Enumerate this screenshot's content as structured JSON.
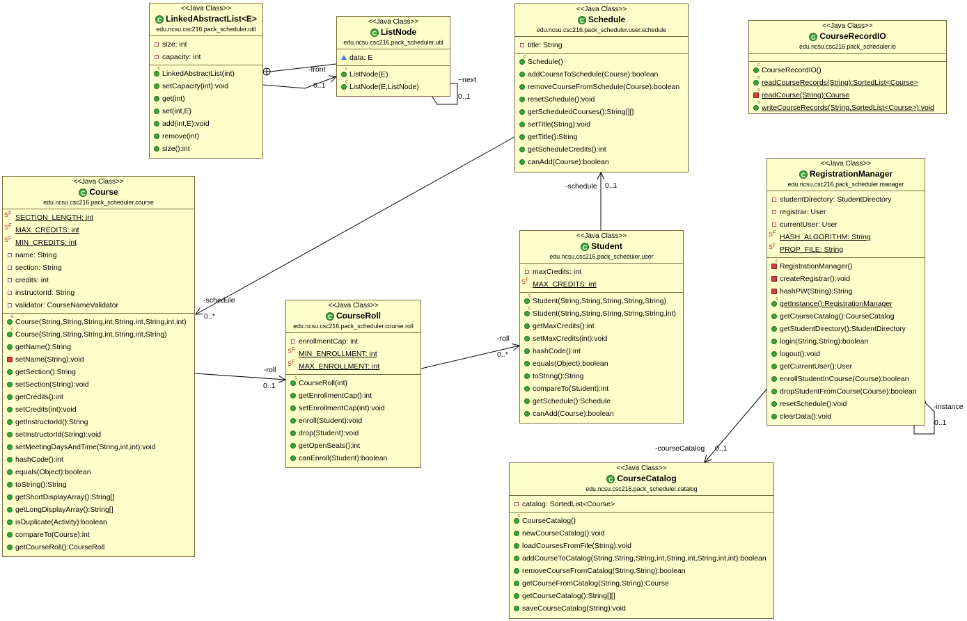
{
  "classes": {
    "linkedList": {
      "stereotype": "<<Java Class>>",
      "name": "LinkedAbstractList<E>",
      "package": "edu.ncsu.csc216.pack_scheduler.util",
      "fields": [
        {
          "text": "size: int",
          "icon": "private-field-icon"
        },
        {
          "text": "capacity: int",
          "icon": "private-field-icon"
        }
      ],
      "methods": [
        {
          "text": "LinkedAbstractList(int)",
          "icon": "constructor-icon"
        },
        {
          "text": "setCapacity(int):void",
          "icon": "public-method-icon"
        },
        {
          "text": "get(int)",
          "icon": "public-method-icon"
        },
        {
          "text": "set(int,E)",
          "icon": "public-method-icon"
        },
        {
          "text": "add(int,E):void",
          "icon": "public-method-icon"
        },
        {
          "text": "remove(int)",
          "icon": "public-method-icon"
        },
        {
          "text": "size():int",
          "icon": "public-method-icon"
        }
      ]
    },
    "listNode": {
      "stereotype": "<<Java Class>>",
      "name": "ListNode",
      "package": "edu.ncsu.csc216.pack_scheduler.util",
      "fields": [
        {
          "text": "data: E",
          "icon": "package-field-icon"
        }
      ],
      "methods": [
        {
          "text": "ListNode(E)",
          "icon": "constructor-icon"
        },
        {
          "text": "ListNode(E,ListNode)",
          "icon": "constructor-icon"
        }
      ]
    },
    "schedule": {
      "stereotype": "<<Java Class>>",
      "name": "Schedule",
      "package": "edu.ncsu.csc216.pack_scheduler.user.schedule",
      "fields": [
        {
          "text": "title: String",
          "icon": "private-field-icon"
        }
      ],
      "methods": [
        {
          "text": "Schedule()",
          "icon": "constructor-icon"
        },
        {
          "text": "addCourseToSchedule(Course):boolean",
          "icon": "public-method-icon"
        },
        {
          "text": "removeCourseFromSchedule(Course):boolean",
          "icon": "public-method-icon"
        },
        {
          "text": "resetSchedule():void",
          "icon": "public-method-icon"
        },
        {
          "text": "getScheduledCourses():String[][]",
          "icon": "public-method-icon"
        },
        {
          "text": "setTitle(String):void",
          "icon": "public-method-icon"
        },
        {
          "text": "getTitle():String",
          "icon": "public-method-icon"
        },
        {
          "text": "getScheduleCredits():int",
          "icon": "public-method-icon"
        },
        {
          "text": "canAdd(Course):boolean",
          "icon": "public-method-icon"
        }
      ]
    },
    "courseRecordIO": {
      "stereotype": "<<Java Class>>",
      "name": "CourseRecordIO",
      "package": "edu.ncsu.csc216.pack_scheduler.io",
      "fields": [],
      "methods": [
        {
          "text": "CourseRecordIO()",
          "icon": "constructor-icon"
        },
        {
          "text": "readCourseRecords(String):SortedList<Course>",
          "icon": "static-method-icon",
          "underline": true
        },
        {
          "text": "readCourse(String):Course",
          "icon": "static-private-method-icon",
          "underline": true
        },
        {
          "text": "writeCourseRecords(String,SortedList<Course>):void",
          "icon": "static-method-icon",
          "underline": true
        }
      ]
    },
    "course": {
      "stereotype": "<<Java Class>>",
      "name": "Course",
      "package": "edu.ncsu.csc216.pack_scheduler.course",
      "fields": [
        {
          "text": "SECTION_LENGTH: int",
          "icon": "static-final-field-icon",
          "underline": true
        },
        {
          "text": "MAX_CREDITS: int",
          "icon": "static-final-field-icon",
          "underline": true
        },
        {
          "text": "MIN_CREDITS: int",
          "icon": "static-final-field-icon",
          "underline": true
        },
        {
          "text": "name: String",
          "icon": "private-field-icon"
        },
        {
          "text": "section: String",
          "icon": "private-field-icon"
        },
        {
          "text": "credits: int",
          "icon": "private-field-icon"
        },
        {
          "text": "instructorId: String",
          "icon": "private-field-icon"
        },
        {
          "text": "validator: CourseNameValidator",
          "icon": "private-field-icon"
        }
      ],
      "methods": [
        {
          "text": "Course(String,String,String,int,String,int,String,int,int)",
          "icon": "constructor-icon"
        },
        {
          "text": "Course(String,String,String,int,String,int,String)",
          "icon": "constructor-icon"
        },
        {
          "text": "getName():String",
          "icon": "public-method-icon"
        },
        {
          "text": "setName(String):void",
          "icon": "private-method-icon"
        },
        {
          "text": "getSection():String",
          "icon": "public-method-icon"
        },
        {
          "text": "setSection(String):void",
          "icon": "public-method-icon"
        },
        {
          "text": "getCredits():int",
          "icon": "public-method-icon"
        },
        {
          "text": "setCredits(int):void",
          "icon": "public-method-icon"
        },
        {
          "text": "getInstructorId():String",
          "icon": "public-method-icon"
        },
        {
          "text": "setInstructorId(String):void",
          "icon": "public-method-icon"
        },
        {
          "text": "setMeetingDaysAndTime(String,int,int):void",
          "icon": "public-method-icon"
        },
        {
          "text": "hashCode():int",
          "icon": "public-method-icon"
        },
        {
          "text": "equals(Object):boolean",
          "icon": "public-method-icon"
        },
        {
          "text": "toString():String",
          "icon": "public-method-icon"
        },
        {
          "text": "getShortDisplayArray():String[]",
          "icon": "public-method-icon"
        },
        {
          "text": "getLongDisplayArray():String[]",
          "icon": "public-method-icon"
        },
        {
          "text": "isDuplicate(Activity):boolean",
          "icon": "public-method-icon"
        },
        {
          "text": "compareTo(Course):int",
          "icon": "public-method-icon"
        },
        {
          "text": "getCourseRoll():CourseRoll",
          "icon": "public-method-icon"
        }
      ]
    },
    "courseRoll": {
      "stereotype": "<<Java Class>>",
      "name": "CourseRoll",
      "package": "edu.ncsu.csc216.pack_scheduler.course.roll",
      "fields": [
        {
          "text": "enrollmentCap: int",
          "icon": "private-field-icon"
        },
        {
          "text": "MIN_ENROLLMENT: int",
          "icon": "static-final-field-icon",
          "underline": true
        },
        {
          "text": "MAX_ENROLLMENT: int",
          "icon": "static-final-field-icon",
          "underline": true
        }
      ],
      "methods": [
        {
          "text": "CourseRoll(int)",
          "icon": "constructor-icon"
        },
        {
          "text": "getEnrollmentCap():int",
          "icon": "public-method-icon"
        },
        {
          "text": "setEnrollmentCap(int):void",
          "icon": "public-method-icon"
        },
        {
          "text": "enroll(Student):void",
          "icon": "public-method-icon"
        },
        {
          "text": "drop(Student):void",
          "icon": "public-method-icon"
        },
        {
          "text": "getOpenSeats():int",
          "icon": "public-method-icon"
        },
        {
          "text": "canEnroll(Student):boolean",
          "icon": "public-method-icon"
        }
      ]
    },
    "student": {
      "stereotype": "<<Java Class>>",
      "name": "Student",
      "package": "edu.ncsu.csc216.pack_scheduler.user",
      "fields": [
        {
          "text": "maxCredits: int",
          "icon": "private-field-icon"
        },
        {
          "text": "MAX_CREDITS: int",
          "icon": "static-final-field-icon",
          "underline": true
        }
      ],
      "methods": [
        {
          "text": "Student(String,String,String,String,String)",
          "icon": "constructor-icon"
        },
        {
          "text": "Student(String,String,String,String,String,int)",
          "icon": "constructor-icon"
        },
        {
          "text": "getMaxCredits():int",
          "icon": "public-method-icon"
        },
        {
          "text": "setMaxCredits(int):void",
          "icon": "public-method-icon"
        },
        {
          "text": "hashCode():int",
          "icon": "public-method-icon"
        },
        {
          "text": "equals(Object):boolean",
          "icon": "public-method-icon"
        },
        {
          "text": "toString():String",
          "icon": "public-method-icon"
        },
        {
          "text": "compareTo(Student):int",
          "icon": "public-method-icon"
        },
        {
          "text": "getSchedule():Schedule",
          "icon": "public-method-icon"
        },
        {
          "text": "canAdd(Course):boolean",
          "icon": "public-method-icon"
        }
      ]
    },
    "registrationManager": {
      "stereotype": "<<Java Class>>",
      "name": "RegistrationManager",
      "package": "edu.ncsu.csc216.pack_scheduler.manager",
      "fields": [
        {
          "text": "studentDirectory: StudentDirectory",
          "icon": "private-field-icon"
        },
        {
          "text": "registrar: User",
          "icon": "private-field-icon"
        },
        {
          "text": "currentUser: User",
          "icon": "private-field-icon"
        },
        {
          "text": "HASH_ALGORITHM: String",
          "icon": "static-final-field-icon",
          "underline": true
        },
        {
          "text": "PROP_FILE: String",
          "icon": "static-final-field-icon",
          "underline": true
        }
      ],
      "methods": [
        {
          "text": "RegistrationManager()",
          "icon": "private-constructor-icon"
        },
        {
          "text": "createRegistrar():void",
          "icon": "private-method-icon"
        },
        {
          "text": "hashPW(String):String",
          "icon": "private-method-icon"
        },
        {
          "text": "getInstance():RegistrationManager",
          "icon": "static-method-icon",
          "underline": true
        },
        {
          "text": "getCourseCatalog():CourseCatalog",
          "icon": "public-method-icon"
        },
        {
          "text": "getStudentDirectory():StudentDirectory",
          "icon": "public-method-icon"
        },
        {
          "text": "login(String,String):boolean",
          "icon": "public-method-icon"
        },
        {
          "text": "logout():void",
          "icon": "public-method-icon"
        },
        {
          "text": "getCurrentUser():User",
          "icon": "public-method-icon"
        },
        {
          "text": "enrollStudentInCourse(Course):boolean",
          "icon": "public-method-icon"
        },
        {
          "text": "dropStudentFromCourse(Course):boolean",
          "icon": "public-method-icon"
        },
        {
          "text": "resetSchedule():void",
          "icon": "public-method-icon"
        },
        {
          "text": "clearData():void",
          "icon": "public-method-icon"
        }
      ]
    },
    "courseCatalog": {
      "stereotype": "<<Java Class>>",
      "name": "CourseCatalog",
      "package": "edu.ncsu.csc216.pack_scheduler.catalog",
      "fields": [
        {
          "text": "catalog: SortedList<Course>",
          "icon": "private-field-icon"
        }
      ],
      "methods": [
        {
          "text": "CourseCatalog()",
          "icon": "constructor-icon"
        },
        {
          "text": "newCourseCatalog():void",
          "icon": "public-method-icon"
        },
        {
          "text": "loadCoursesFromFile(String):void",
          "icon": "public-method-icon"
        },
        {
          "text": "addCourseToCatalog(String,String,String,int,String,int,String,int,int):boolean",
          "icon": "public-method-icon"
        },
        {
          "text": "removeCourseFromCatalog(String,String):boolean",
          "icon": "public-method-icon"
        },
        {
          "text": "getCourseFromCatalog(String,String):Course",
          "icon": "public-method-icon"
        },
        {
          "text": "getCourseCatalog():String[][]",
          "icon": "public-method-icon"
        },
        {
          "text": "saveCourseCatalog(String):void",
          "icon": "public-method-icon"
        }
      ]
    }
  },
  "labels": {
    "front": "-front",
    "front_mult": "0..1",
    "next": "~next",
    "next_mult": "0..1",
    "schedule_student": "-schedule",
    "schedule_student_mult": "0..1",
    "schedule_course": "-schedule",
    "schedule_course_mult": "0..*",
    "roll_course": "-roll",
    "roll_course_mult": "0..1",
    "roll_student": "-roll",
    "roll_student_mult": "0..*",
    "catalog": "-courseCatalog",
    "catalog_mult": "0..1",
    "instance": "-instance",
    "instance_mult": "0..1"
  }
}
